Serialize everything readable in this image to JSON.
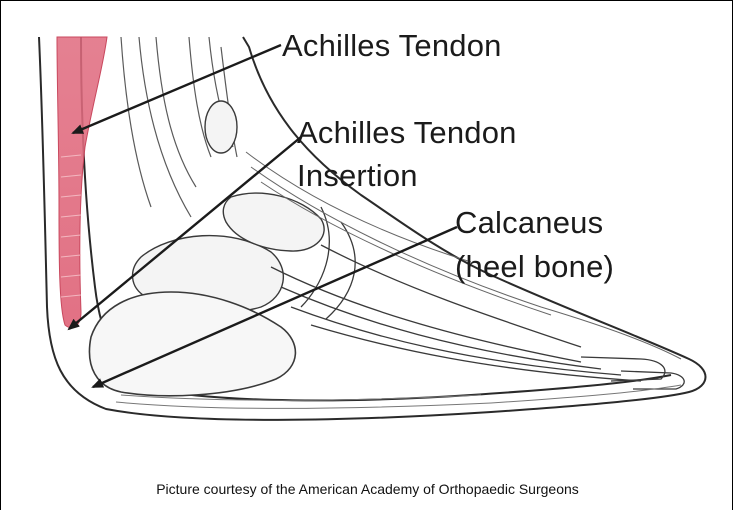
{
  "labels": {
    "achilles_tendon": "Achilles Tendon",
    "insertion_line1": "Achilles Tendon",
    "insertion_line2": "Insertion",
    "calcaneus_line1": "Calcaneus",
    "calcaneus_line2": "(heel bone)"
  },
  "caption": "Picture courtesy of the American Academy of Orthopaedic Surgeons",
  "colors": {
    "tendon": "#e06a7e",
    "ink": "#2a2a2a",
    "background": "#ffffff"
  }
}
